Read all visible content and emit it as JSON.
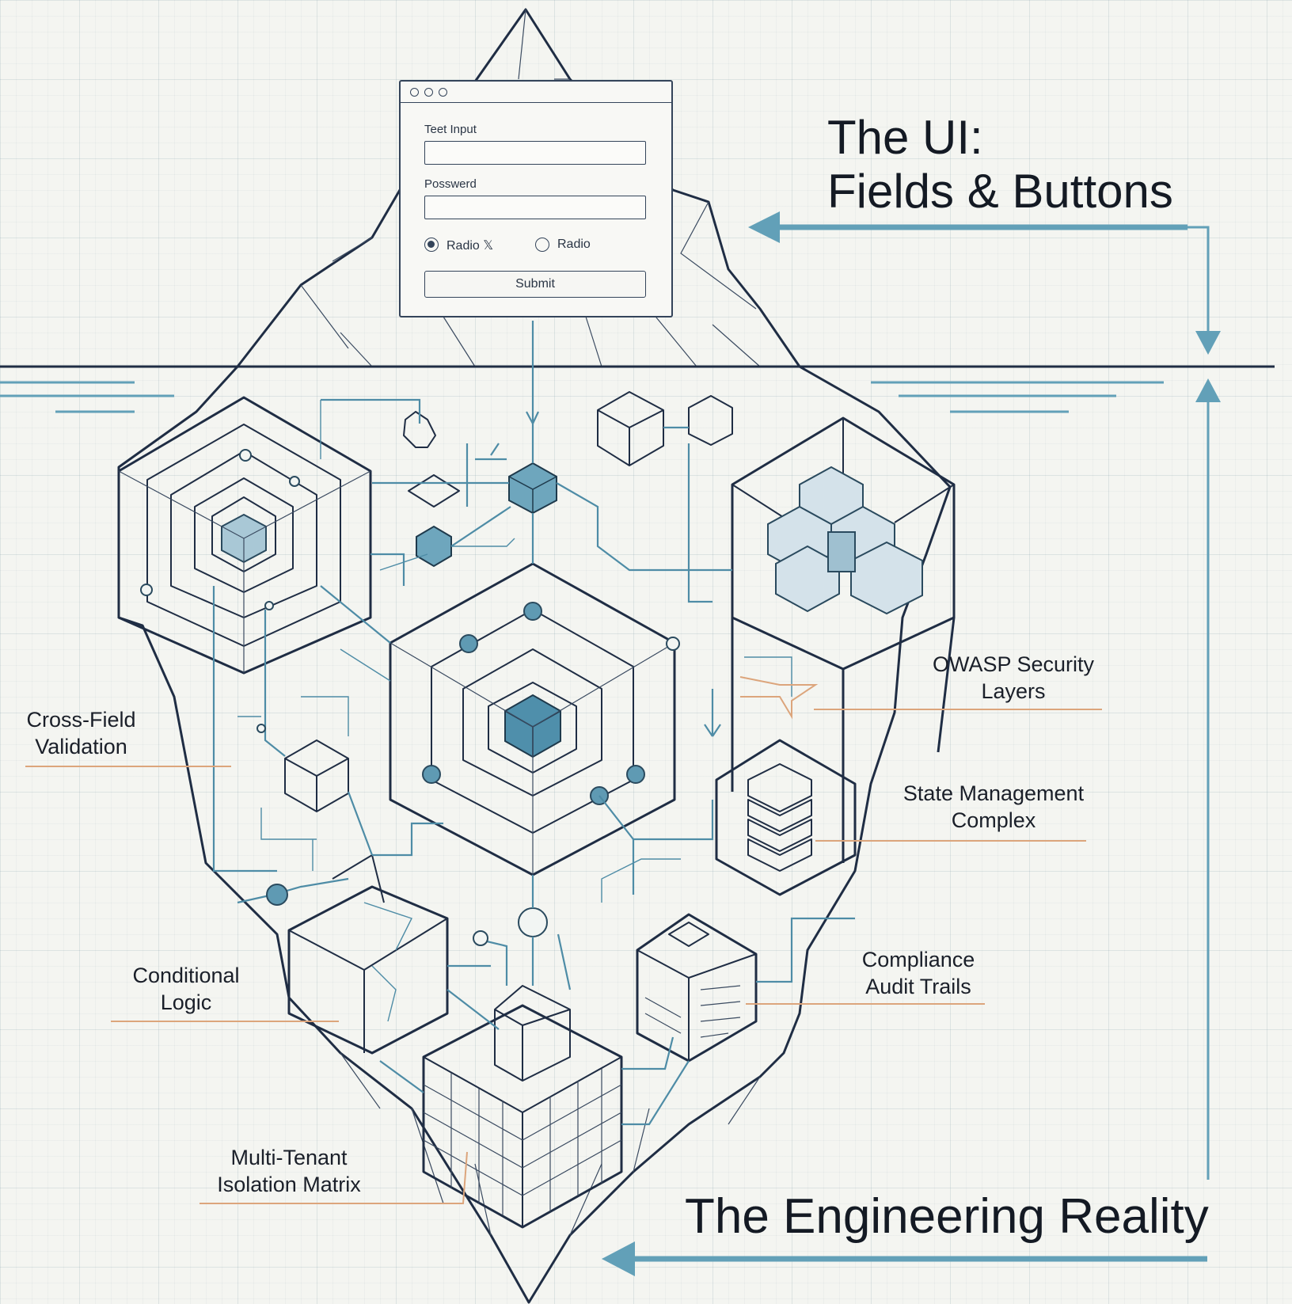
{
  "titles": {
    "ui_line1": "The UI:",
    "ui_line2": "Fields & Buttons",
    "reality": "The Engineering Reality"
  },
  "form": {
    "text_input_label": "Teet Input",
    "password_label": "Posswerd",
    "radio1_label": "Radio 𝕏",
    "radio2_label": "Radio",
    "submit_label": "Submit"
  },
  "callouts": {
    "owasp": "OWASP Security\nLayers",
    "state": "State Management\nComplex",
    "compliance": "Compliance\nAudit Trails",
    "cross_field": "Cross-Field\nValidation",
    "conditional": "Conditional\nLogic",
    "multi_tenant": "Multi-Tenant\nIsolation Matrix"
  },
  "colors": {
    "ink": "#1f2d44",
    "teal": "#62a0b8",
    "wire": "#4e8ca6",
    "callout_line": "#dca57c",
    "paper": "#f4f5f1"
  },
  "icons": {
    "down_arrow": "arrow-down-icon",
    "up_arrow": "arrow-up-icon",
    "left_arrow": "arrow-left-icon"
  }
}
